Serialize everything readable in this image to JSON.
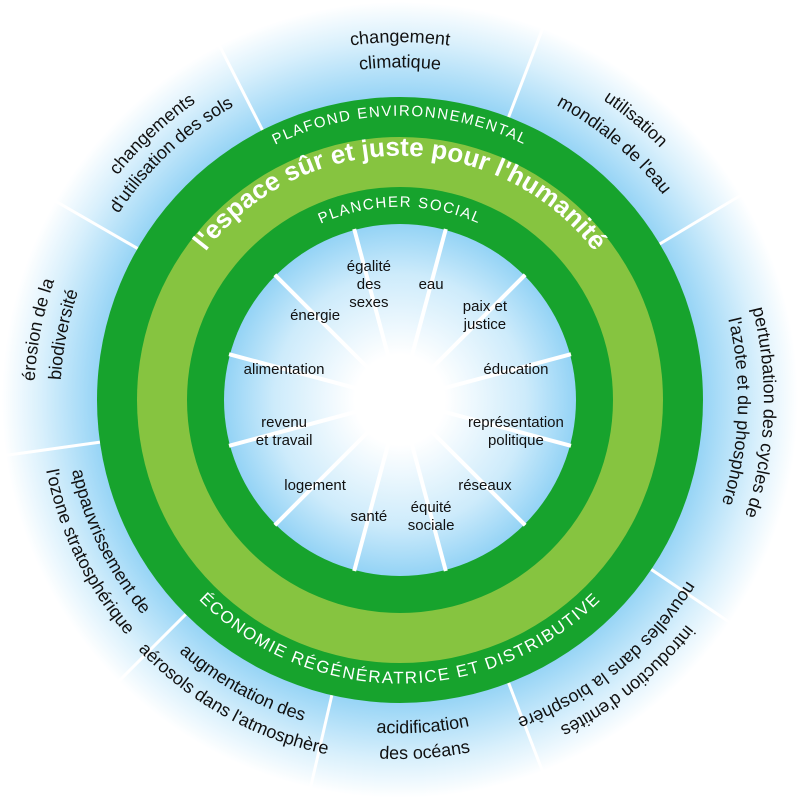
{
  "colors": {
    "dark_green": "#17a32d",
    "light_green": "#86c440",
    "sky_blue": "#8fd1f5",
    "white": "#ffffff",
    "text": "#111111"
  },
  "rings": {
    "ceiling_label": "PLAFOND ENVIRONNEMENTAL",
    "safe_space_label": "l'espace sûr et juste pour l'humanité",
    "floor_label": "PLANCHER SOCIAL",
    "economy_label": "ÉCONOMIE RÉGÉNÉRATRICE ET DISTRIBUTIVE"
  },
  "planetary_boundaries": [
    {
      "lines": [
        "changement",
        "climatique"
      ]
    },
    {
      "lines": [
        "utilisation",
        "mondiale de l'eau"
      ]
    },
    {
      "lines": [
        "perturbation des cycles de",
        "l'azote et du phosphore"
      ]
    },
    {
      "lines": [
        "introduction d'entités",
        "nouvelles dans la biosphère"
      ]
    },
    {
      "lines": [
        "acidification",
        "des océans"
      ]
    },
    {
      "lines": [
        "augmentation des",
        "aérosols dans l'atmosphère"
      ]
    },
    {
      "lines": [
        "appauvrissement de",
        "l'ozone stratosphérique"
      ]
    },
    {
      "lines": [
        "érosion de la",
        "biodiversité"
      ]
    },
    {
      "lines": [
        "changements",
        "d'utilisation des sols"
      ]
    }
  ],
  "social_foundation": [
    {
      "lines": [
        "égalité",
        "des",
        "sexes"
      ]
    },
    {
      "lines": [
        "eau"
      ]
    },
    {
      "lines": [
        "paix et",
        "justice"
      ]
    },
    {
      "lines": [
        "éducation"
      ]
    },
    {
      "lines": [
        "représentation",
        "politique"
      ]
    },
    {
      "lines": [
        "réseaux"
      ]
    },
    {
      "lines": [
        "équité",
        "sociale"
      ]
    },
    {
      "lines": [
        "santé"
      ]
    },
    {
      "lines": [
        "logement"
      ]
    },
    {
      "lines": [
        "revenu",
        "et travail"
      ]
    },
    {
      "lines": [
        "alimentation"
      ]
    },
    {
      "lines": [
        "énergie"
      ]
    }
  ]
}
